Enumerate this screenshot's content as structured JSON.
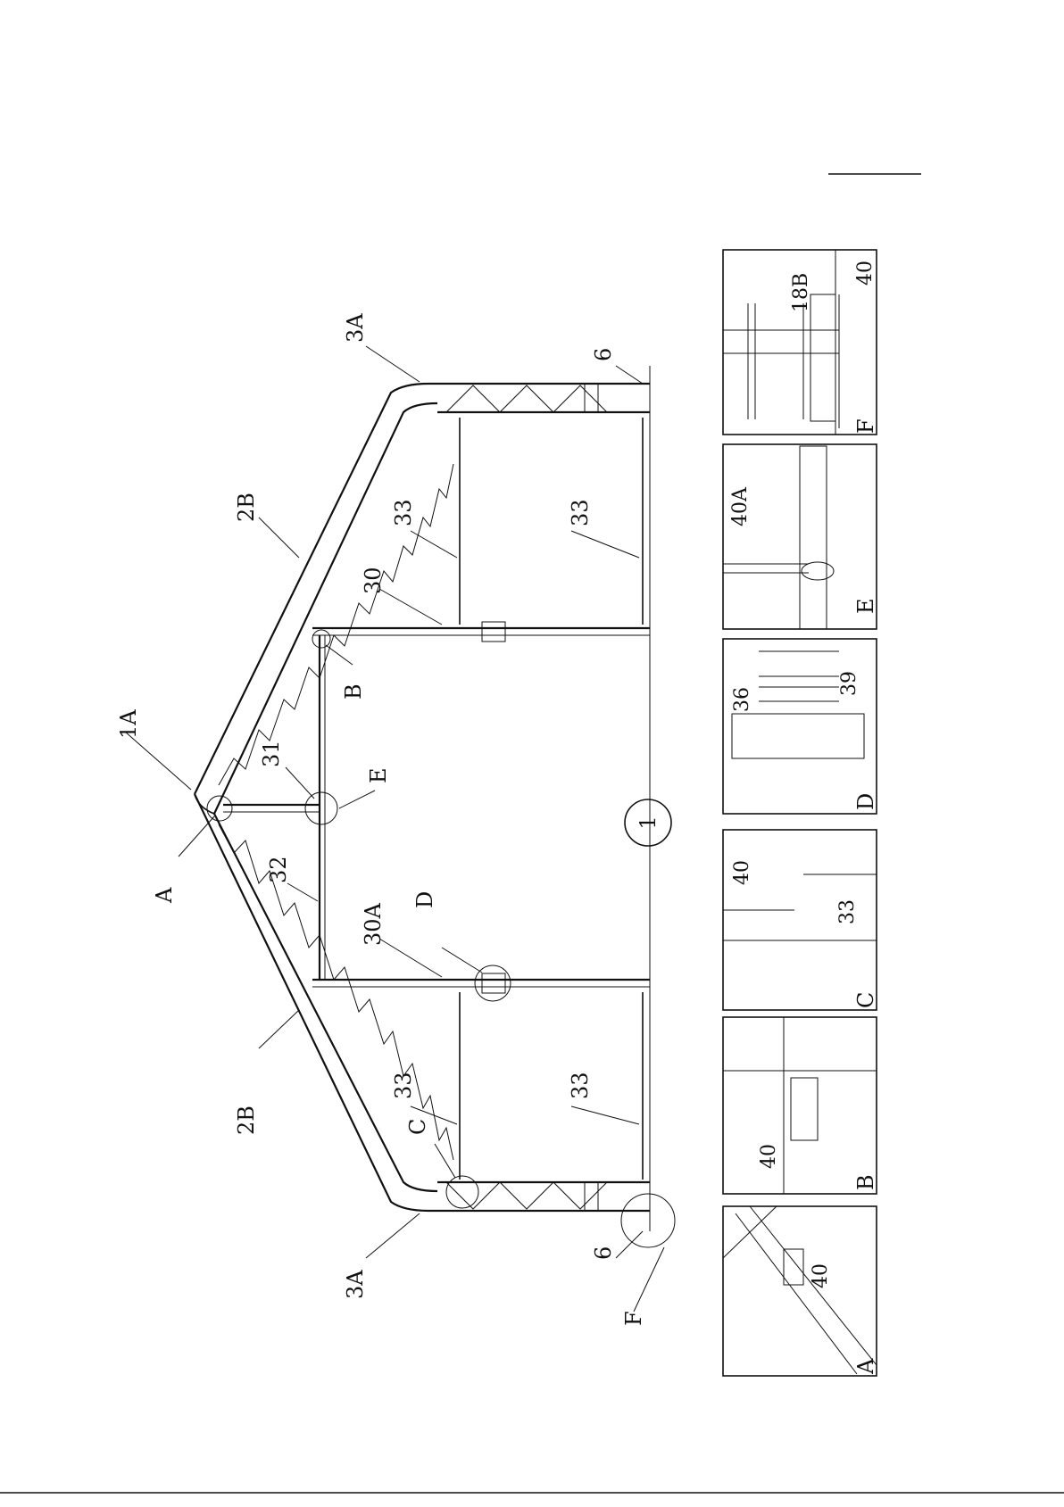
{
  "sheet": {
    "figure_number": "1"
  },
  "labels": {
    "l_1A": "1A",
    "l_2B_top": "2B",
    "l_2B_bot": "2B",
    "l_3A_top": "3A",
    "l_3A_bot": "3A",
    "l_6_top": "6",
    "l_6_bot": "6",
    "l_30": "30",
    "l_30A": "30A",
    "l_31": "31",
    "l_32": "32",
    "l_33_a": "33",
    "l_33_b": "33",
    "l_33_c": "33",
    "l_33_d": "33",
    "l_A": "A",
    "l_B": "B",
    "l_C": "C",
    "l_D": "D",
    "l_E": "E",
    "l_F": "F"
  },
  "details": {
    "A": {
      "letter": "A",
      "parts": [
        "40"
      ]
    },
    "B": {
      "letter": "B",
      "parts": [
        "40"
      ]
    },
    "C": {
      "letter": "C",
      "parts": [
        "40",
        "33"
      ]
    },
    "D": {
      "letter": "D",
      "parts": [
        "36",
        "39"
      ]
    },
    "E": {
      "letter": "E",
      "parts": [
        "40A"
      ]
    },
    "F": {
      "letter": "F",
      "parts": [
        "18B",
        "40"
      ]
    }
  }
}
